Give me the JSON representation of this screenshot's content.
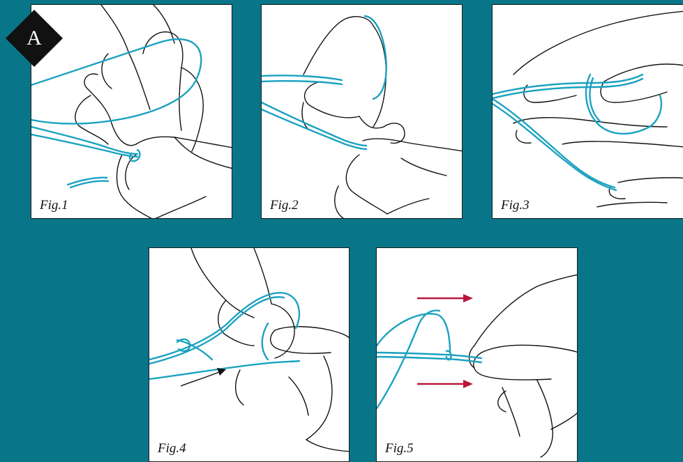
{
  "badge": {
    "text": "A",
    "color": "#111111"
  },
  "colors": {
    "background": "#087588",
    "fishing_line": "#1ba2c0",
    "pull_arrow": "#b8173a",
    "outline": "#111111"
  },
  "panels": [
    {
      "label": "Fig.1"
    },
    {
      "label": "Fig.2"
    },
    {
      "label": "Fig.3"
    },
    {
      "label": "Fig.4"
    },
    {
      "label": "Fig.5"
    }
  ]
}
